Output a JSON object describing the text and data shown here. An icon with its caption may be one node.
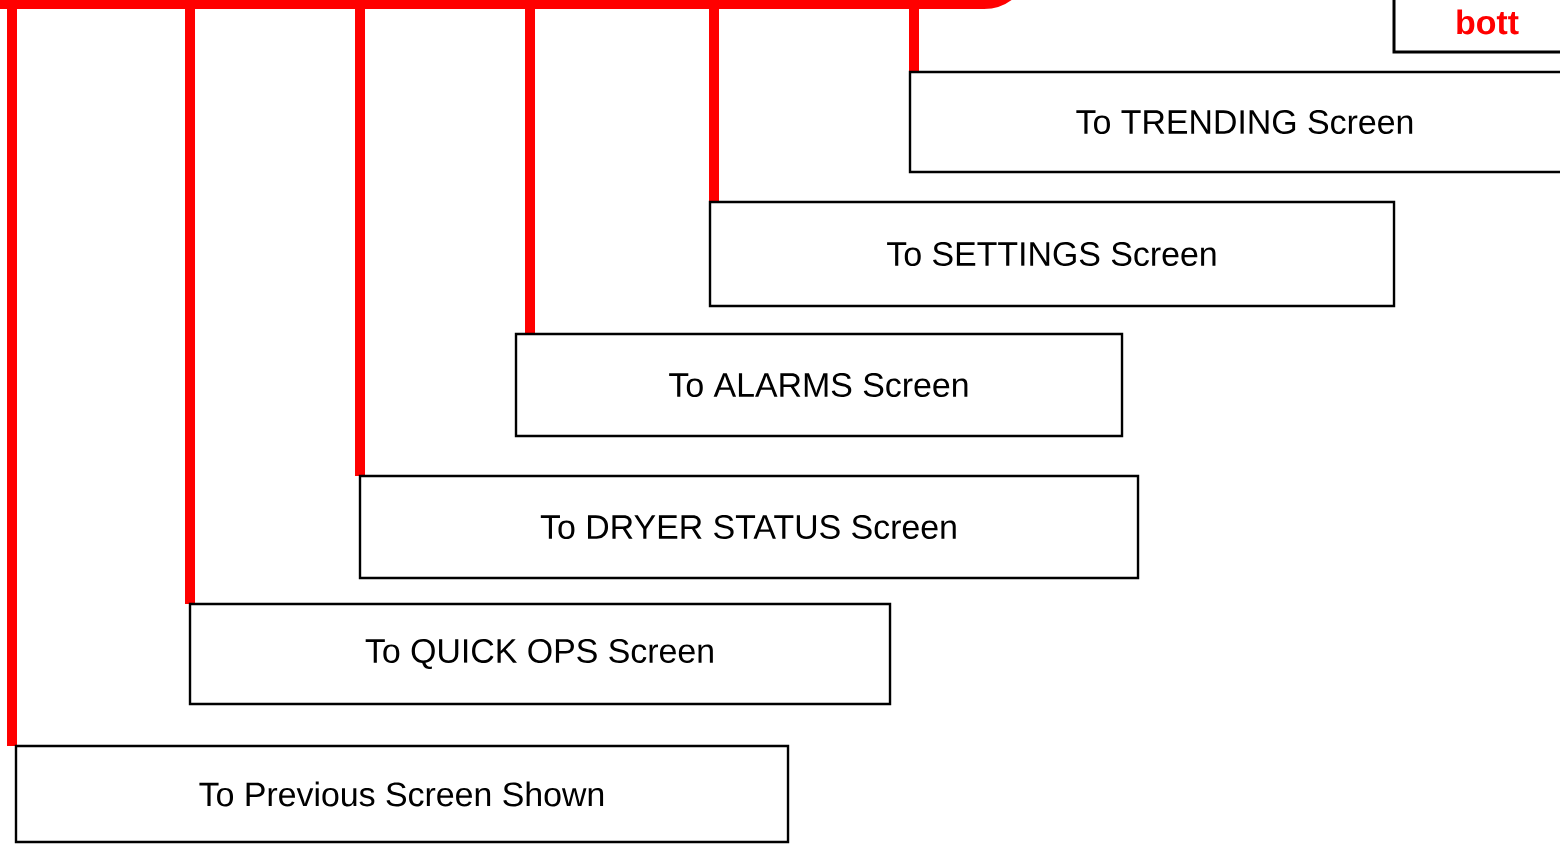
{
  "diagram": {
    "nodes": [
      {
        "text": [
          "bott"
        ]
      },
      {
        "text": [
          "To TRENDING Screen"
        ]
      },
      {
        "text": [
          "To SETTINGS Screen"
        ]
      },
      {
        "text": [
          "To ALARMS Screen"
        ]
      },
      {
        "text": [
          "To DRYER STATUS Screen"
        ]
      },
      {
        "text": [
          "To QUICK OPS Screen"
        ]
      },
      {
        "text": [
          "To Previous Screen Shown"
        ]
      }
    ],
    "edges": [
      {
        "from": null,
        "to": 1,
        "arrow": "none"
      },
      {
        "from": null,
        "to": 2,
        "arrow": "none"
      },
      {
        "from": null,
        "to": 3,
        "arrow": "none"
      },
      {
        "from": null,
        "to": 4,
        "arrow": "none"
      },
      {
        "from": null,
        "to": 5,
        "arrow": "none"
      },
      {
        "from": null,
        "to": 6,
        "arrow": "none"
      }
    ]
  }
}
